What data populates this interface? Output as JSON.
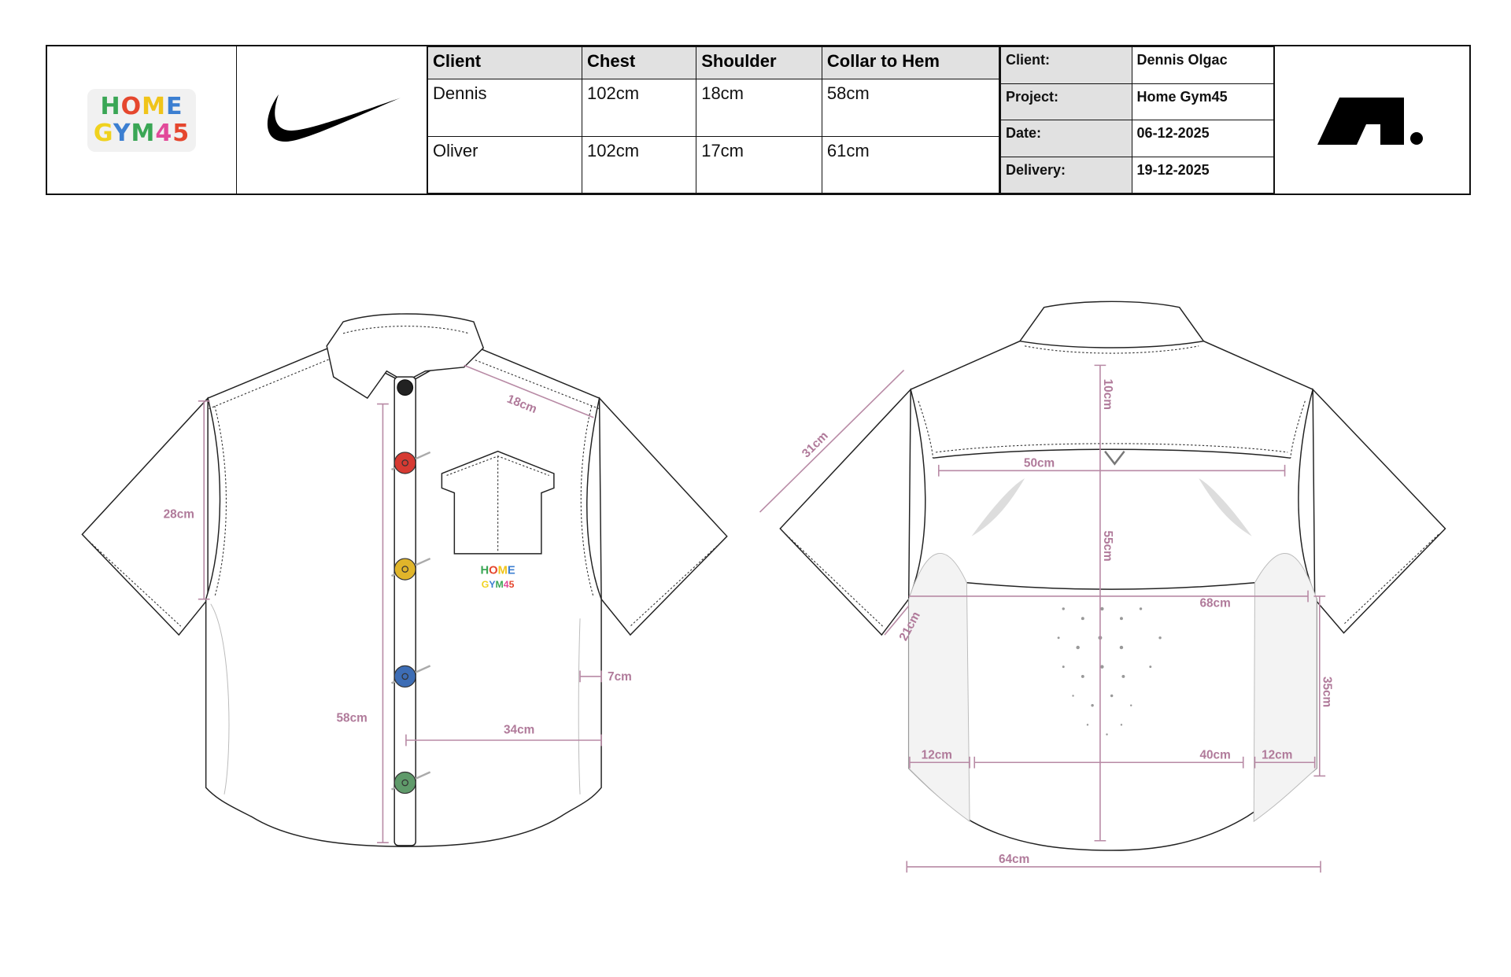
{
  "brand_logo_text": {
    "line1": [
      "H",
      "O",
      "M",
      "E"
    ],
    "line2": [
      "G",
      "Y",
      "M",
      "4",
      "5"
    ]
  },
  "sizes_table": {
    "headers": [
      "Client",
      "Chest",
      "Shoulder",
      "Collar to Hem"
    ],
    "rows": [
      [
        "Dennis",
        "102cm",
        "18cm",
        "58cm"
      ],
      [
        "Oliver",
        "102cm",
        "17cm",
        "61cm"
      ]
    ]
  },
  "info": [
    {
      "label": "Client:",
      "value": "Dennis Olgac"
    },
    {
      "label": "Project:",
      "value": "Home Gym45"
    },
    {
      "label": "Date:",
      "value": "06-12-2025"
    },
    {
      "label": "Delivery:",
      "value": "19-12-2025"
    }
  ],
  "front_measurements": {
    "sleeve": "28cm",
    "shoulder": "18cm",
    "length": "58cm",
    "side_panel": "7cm",
    "half_chest": "34cm"
  },
  "back_measurements": {
    "sleeve_diag": "31cm",
    "yoke": "10cm",
    "yoke_width": "50cm",
    "center": "55cm",
    "chest": "68cm",
    "armhole": "21cm",
    "side": "35cm",
    "panel_left": "12cm",
    "center_width": "40cm",
    "panel_right": "12cm",
    "hem": "64cm"
  },
  "colors": {
    "measure": "#b07a9a",
    "button_black": "#222222",
    "button_red": "#d63a32",
    "button_yellow": "#e0b52a",
    "button_blue": "#3d6db5",
    "button_green": "#5f9a6a",
    "header_fill": "#e1e1e1"
  }
}
